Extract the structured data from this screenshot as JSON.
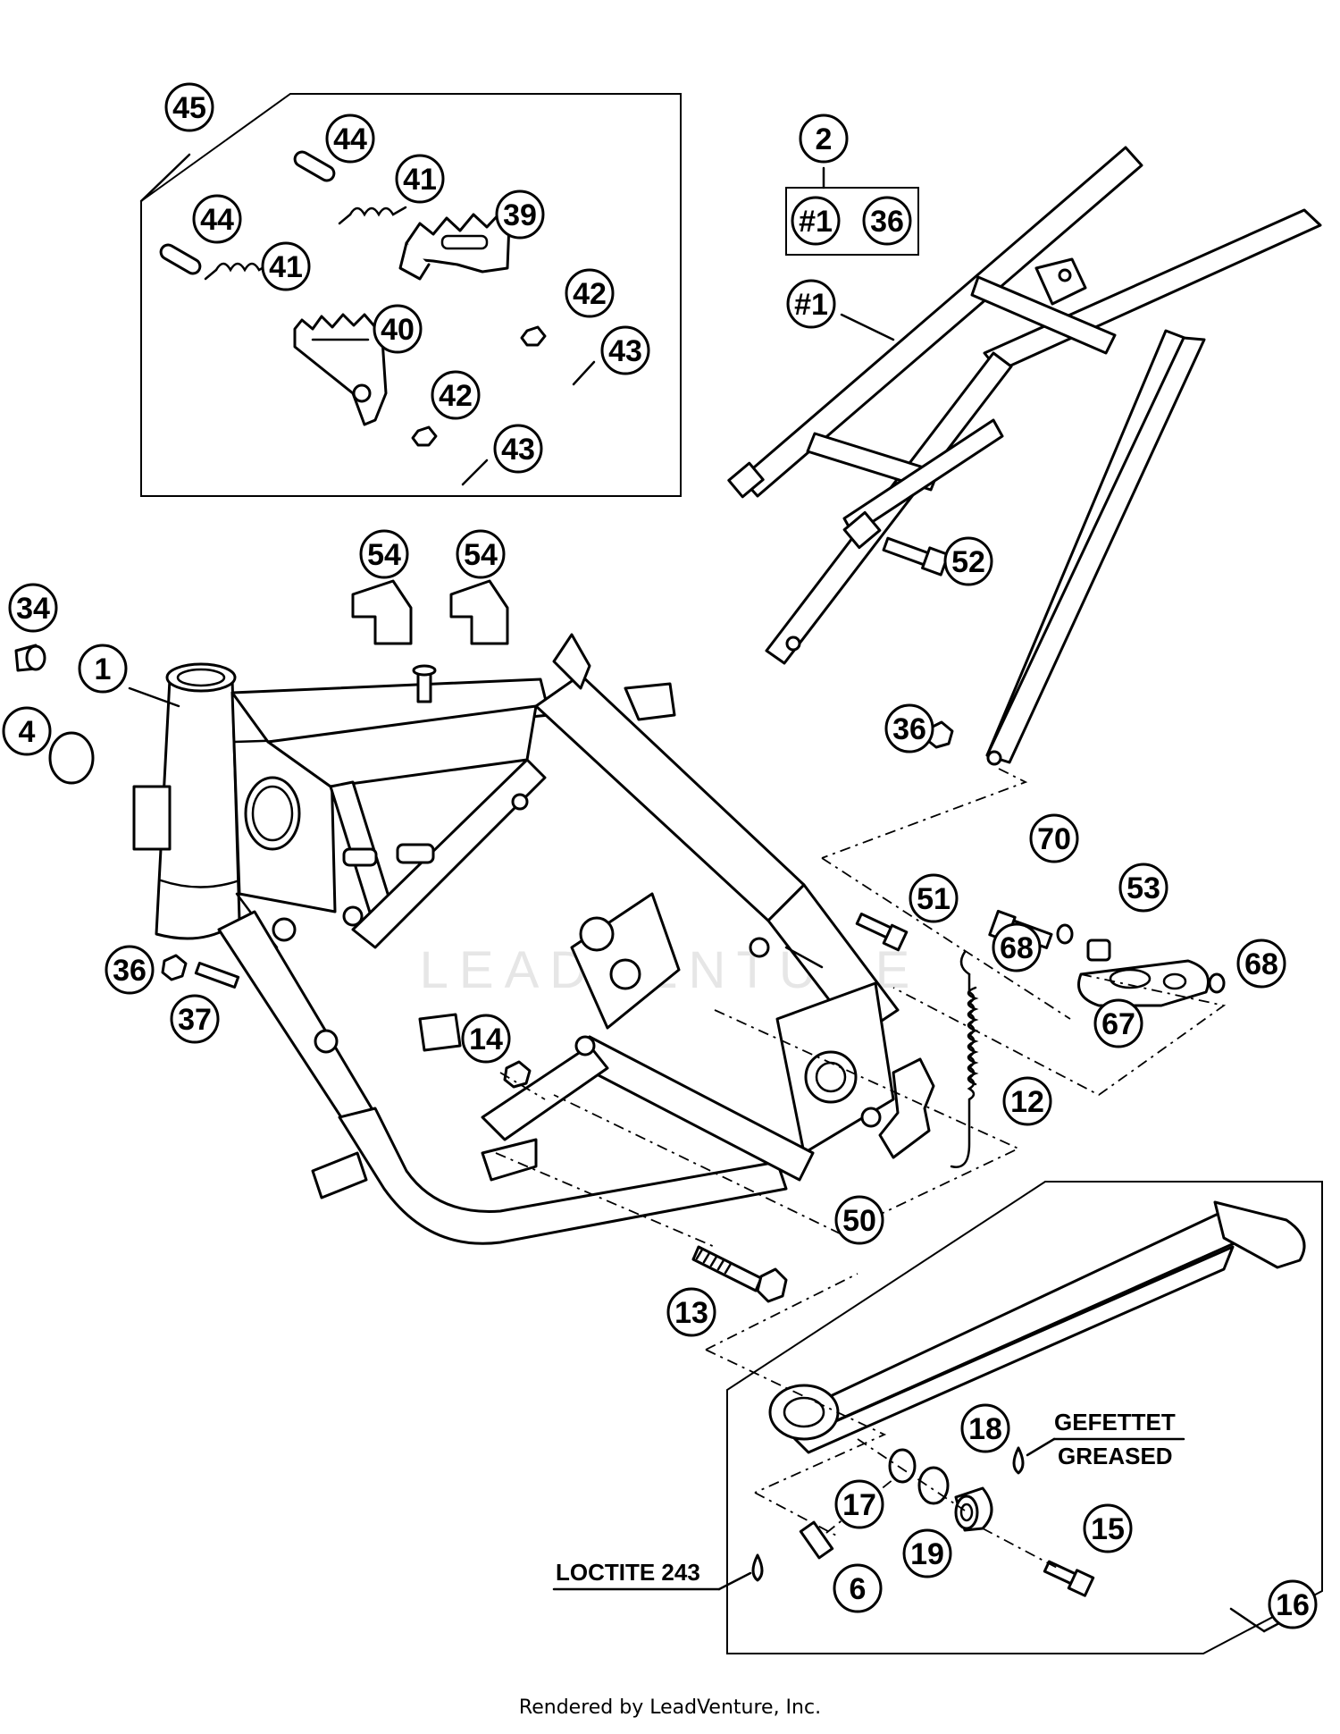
{
  "callouts": [
    {
      "id": "45",
      "label": "45"
    },
    {
      "id": "44a",
      "label": "44"
    },
    {
      "id": "44b",
      "label": "44"
    },
    {
      "id": "41a",
      "label": "41"
    },
    {
      "id": "41b",
      "label": "41"
    },
    {
      "id": "39",
      "label": "39"
    },
    {
      "id": "40",
      "label": "40"
    },
    {
      "id": "42a",
      "label": "42"
    },
    {
      "id": "42b",
      "label": "42"
    },
    {
      "id": "43a",
      "label": "43"
    },
    {
      "id": "43b",
      "label": "43"
    },
    {
      "id": "2",
      "label": "2"
    },
    {
      "id": "n1a",
      "label": "#1"
    },
    {
      "id": "36a",
      "label": "36"
    },
    {
      "id": "n1b",
      "label": "#1"
    },
    {
      "id": "52",
      "label": "52"
    },
    {
      "id": "54a",
      "label": "54"
    },
    {
      "id": "54b",
      "label": "54"
    },
    {
      "id": "34",
      "label": "34"
    },
    {
      "id": "1",
      "label": "1"
    },
    {
      "id": "4",
      "label": "4"
    },
    {
      "id": "36b",
      "label": "36"
    },
    {
      "id": "70",
      "label": "70"
    },
    {
      "id": "51",
      "label": "51"
    },
    {
      "id": "53",
      "label": "53"
    },
    {
      "id": "68a",
      "label": "68"
    },
    {
      "id": "68b",
      "label": "68"
    },
    {
      "id": "67",
      "label": "67"
    },
    {
      "id": "36c",
      "label": "36"
    },
    {
      "id": "37",
      "label": "37"
    },
    {
      "id": "14",
      "label": "14"
    },
    {
      "id": "12",
      "label": "12"
    },
    {
      "id": "50",
      "label": "50"
    },
    {
      "id": "13",
      "label": "13"
    },
    {
      "id": "18",
      "label": "18"
    },
    {
      "id": "17",
      "label": "17"
    },
    {
      "id": "19",
      "label": "19"
    },
    {
      "id": "15",
      "label": "15"
    },
    {
      "id": "6",
      "label": "6"
    },
    {
      "id": "16",
      "label": "16"
    }
  ],
  "notes": {
    "greased_de": "GEFETTET",
    "greased_en": "GREASED",
    "loctite": "LOCTITE 243"
  },
  "watermark": "LEADVENTURE",
  "footer": "Rendered by LeadVenture, Inc."
}
